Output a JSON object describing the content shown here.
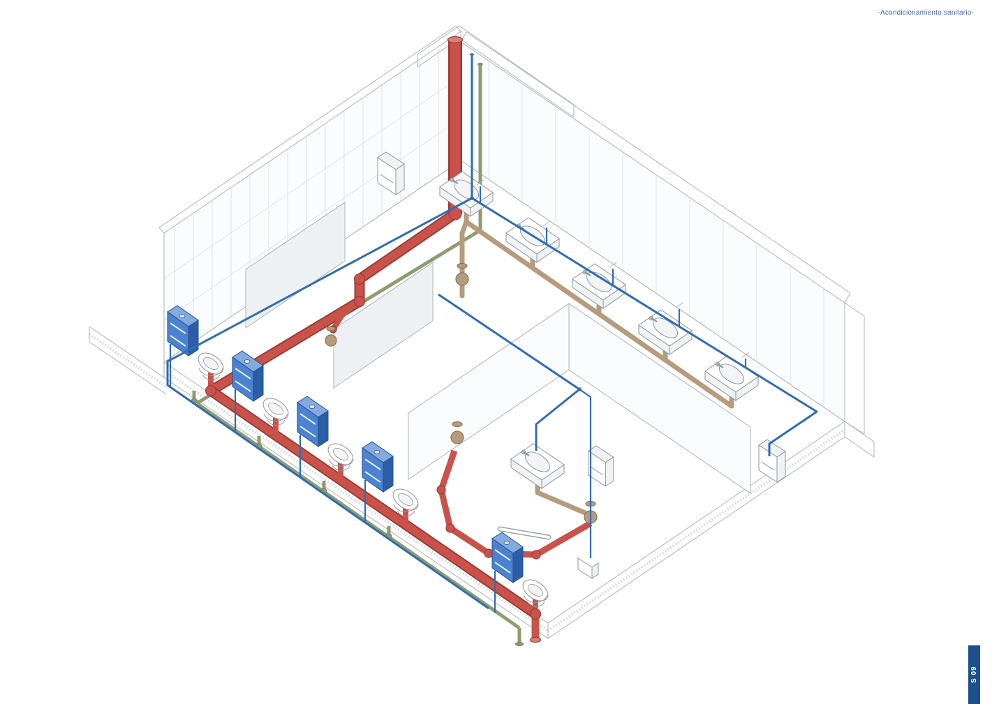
{
  "page": {
    "title_annotation": "-Acondicionamiento sanitario-",
    "sheet_number": "S 09"
  },
  "colors": {
    "annotation_text": "#4a69a8",
    "sheet_tab_bg": "#1d4f8a",
    "sheet_tab_text": "#ffffff",
    "pipe_red": "#c9534b",
    "pipe_red_dark": "#9e3a33",
    "pipe_red_light": "#d98078",
    "pipe_blue": "#2f6cb3",
    "pipe_green": "#8f9c6f",
    "pipe_green_dark": "#6f7d52",
    "pipe_tan": "#b59c7d",
    "pipe_tan_dark": "#8e7455",
    "fixture_blue": "#4b82d2",
    "fixture_blue_dark": "#2c5ea8",
    "fixture_blue_light": "#84aade",
    "line_gray": "#aab2ba",
    "line_gray_light": "#d2d8dd",
    "wall_fill": "#fbfcfd",
    "panel_fill": "#eef1f4",
    "white": "#ffffff",
    "porcelain_stroke": "#8d959d"
  },
  "diagram": {
    "name": "isometric-sanitary-installation",
    "fixture_counts": {
      "countertop_sinks": 5,
      "accessible_sink": 1,
      "toilets": 5,
      "hand_dryer": 1,
      "dispensers": 2
    },
    "pipe_systems": [
      {
        "id": "red-stack-and-drains",
        "color_key": "pipe_red"
      },
      {
        "id": "blue-supply-lines",
        "color_key": "pipe_blue"
      },
      {
        "id": "green-lines",
        "color_key": "pipe_green"
      },
      {
        "id": "tan-sink-drains",
        "color_key": "pipe_tan"
      }
    ]
  }
}
